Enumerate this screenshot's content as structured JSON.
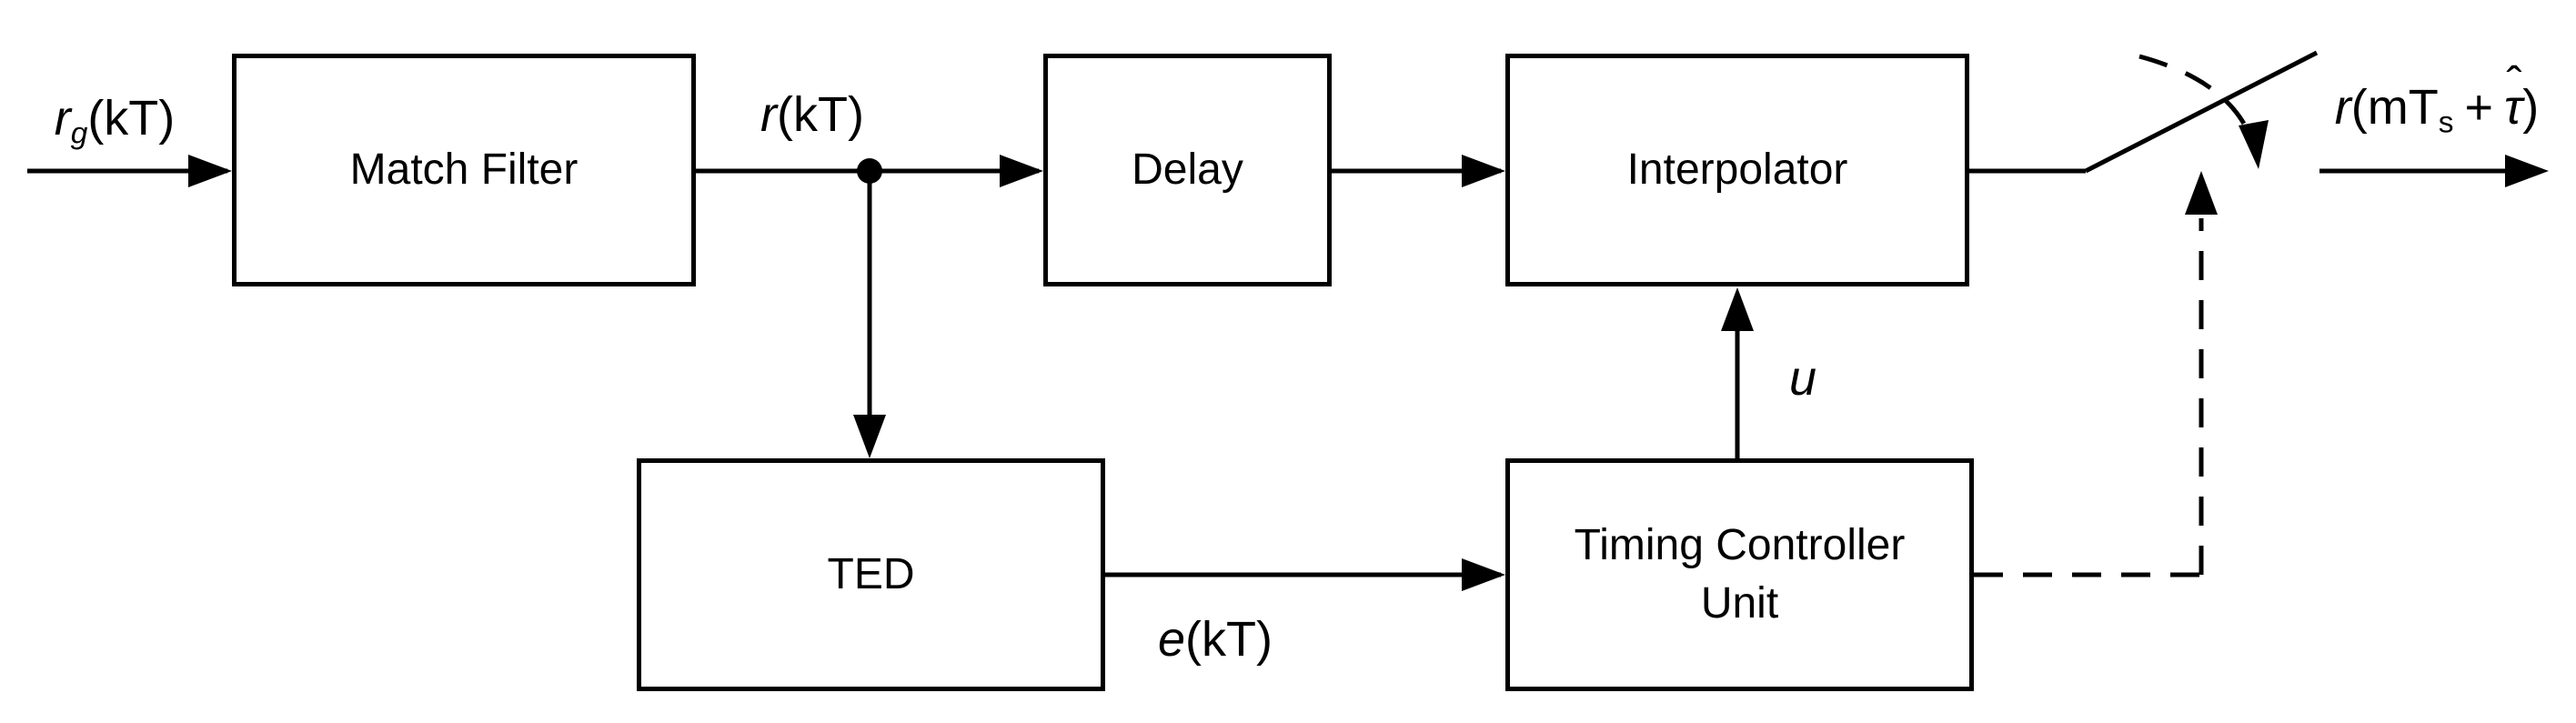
{
  "blocks": [
    {
      "id": "match-filter",
      "label": "Match Filter"
    },
    {
      "id": "delay",
      "label": "Delay"
    },
    {
      "id": "interpolator",
      "label": "Interpolator"
    },
    {
      "id": "ted",
      "label": "TED"
    },
    {
      "id": "timing-controller-unit",
      "line1": "Timing Controller",
      "line2": "Unit"
    }
  ],
  "signals": {
    "input": {
      "var": "r",
      "sub": "g",
      "rest": "(kT)"
    },
    "filtered": {
      "var": "r",
      "rest": "(kT)"
    },
    "error": {
      "var": "e",
      "rest": "(kT)"
    },
    "control": {
      "var": "u"
    },
    "output": {
      "var": "r",
      "open": "(mT",
      "sub": "s",
      "plus": "+",
      "hat": "ˆ",
      "tau": "τ",
      "close": ")"
    }
  },
  "style": {
    "ink": "#000000",
    "paper": "#ffffff"
  }
}
